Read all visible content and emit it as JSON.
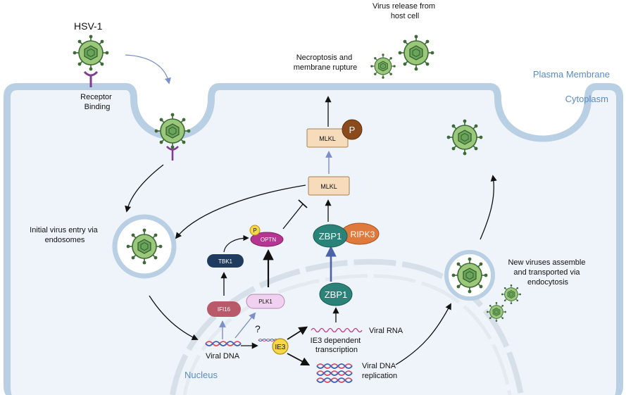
{
  "labels": {
    "virus_name": "HSV-1",
    "receptor_binding": [
      "Receptor",
      "Binding"
    ],
    "virus_release": [
      "Virus release from",
      "host cell"
    ],
    "necroptosis": [
      "Necroptosis and",
      "membrane rupture"
    ],
    "plasma_membrane": "Plasma Membrane",
    "cytoplasm": "Cytoplasm",
    "initial_entry": [
      "Initial virus entry via",
      "endosomes"
    ],
    "new_viruses": [
      "New viruses assemble",
      "and transported via",
      "endocytosis"
    ],
    "nucleus": "Nucleus",
    "viral_dna": "Viral DNA",
    "viral_rna": "Viral RNA",
    "ie3_transcription": [
      "IE3 dependent",
      "transcription"
    ],
    "dna_replication": [
      "Viral DNA",
      "replication"
    ],
    "question_mark": "?"
  },
  "proteins": {
    "mlkl_p": "MLKL",
    "phospho": "P",
    "mlkl": "MLKL",
    "zbp1_complex": "ZBP1",
    "ripk3": "RIPK3",
    "zbp1": "ZBP1",
    "optn": "OPTN",
    "tbk1": "TBK1",
    "ifi16": "IFI16",
    "plk1": "PLK1",
    "ie3": "IE3"
  },
  "colors": {
    "membrane": "#b9cfe3",
    "cytoplasm": "#eef4fa",
    "label_blue": "#5b8bc7",
    "virus_green": "#9bc77a",
    "virus_dark": "#3d6b35",
    "mlkl_box": "#f7dcbc",
    "phospho_brown": "#8b4a1c",
    "zbp1_teal": "#2b8278",
    "ripk3_orange": "#e07a3c",
    "optn_magenta": "#b63591",
    "tbk1_navy": "#1f3b5e",
    "ifi16_rose": "#b85a6a",
    "plk1_lilac": "#f0d2f0",
    "ie3_yellow": "#f4d84a",
    "pathway_blue": "#4b62a8"
  }
}
